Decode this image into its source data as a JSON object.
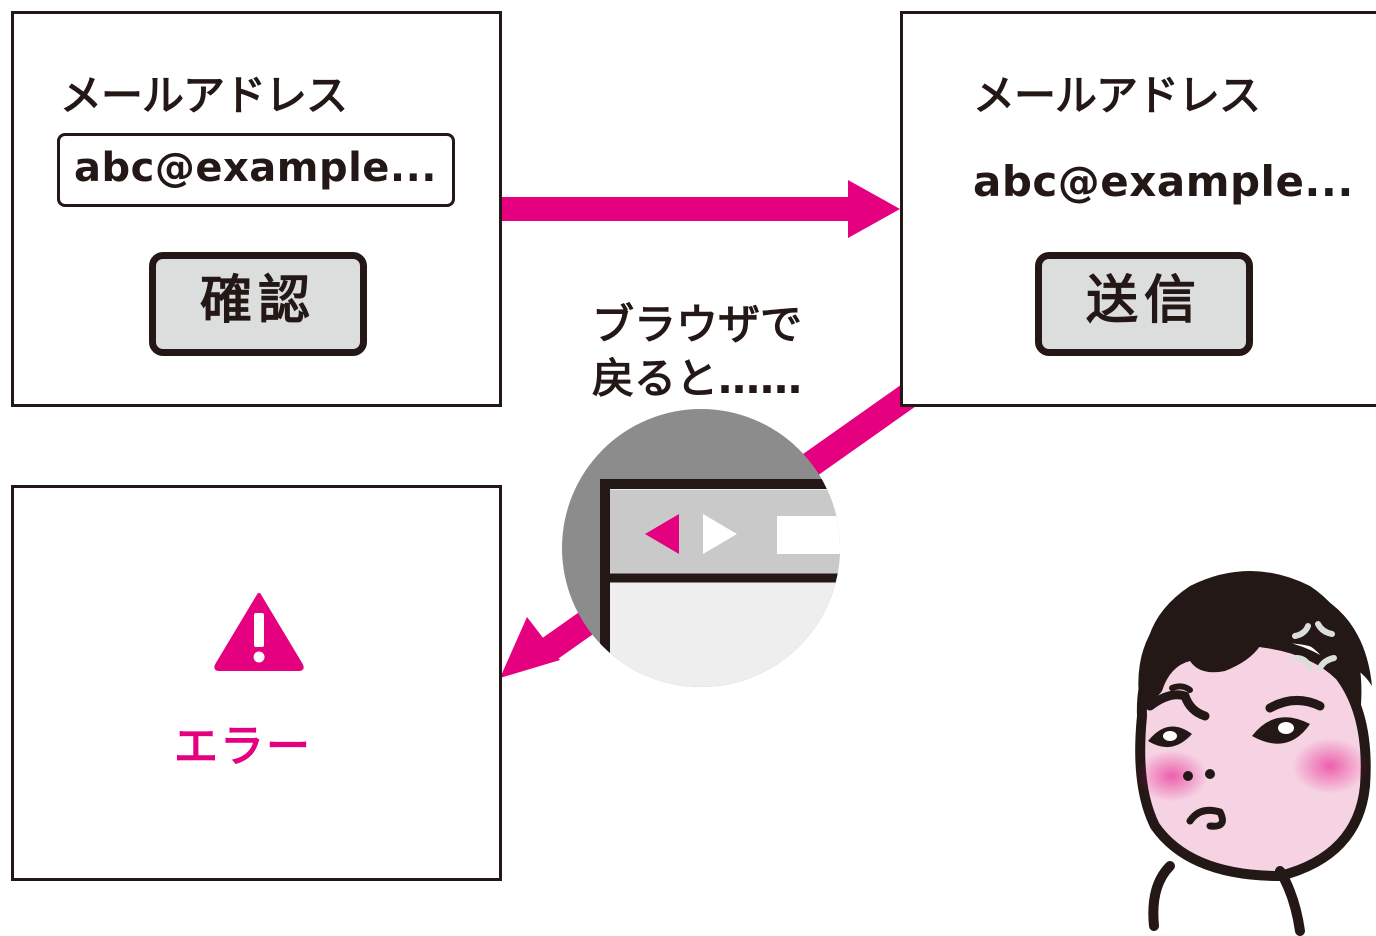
{
  "colors": {
    "accent": "#e4007f",
    "ink": "#231815",
    "button_fill": "#dcdddd",
    "lens_gray": "#8c8c8c",
    "skin": "#f4c9dc",
    "cheek": "#ee7fb4"
  },
  "screen_input": {
    "field_label": "メールアドレス",
    "field_value": "abc@example...",
    "button_label": "確認"
  },
  "screen_confirm": {
    "field_label": "メールアドレス",
    "field_value": "abc@example...",
    "button_label": "送信"
  },
  "screen_error": {
    "icon": "warning-icon",
    "message": "エラー"
  },
  "caption": {
    "line1": "ブラウザで",
    "line2": "戻ると……"
  },
  "browser_toolbar": {
    "back_icon": "back-arrow-icon",
    "forward_icon": "forward-arrow-icon"
  },
  "character": {
    "expression": "angry-face"
  }
}
